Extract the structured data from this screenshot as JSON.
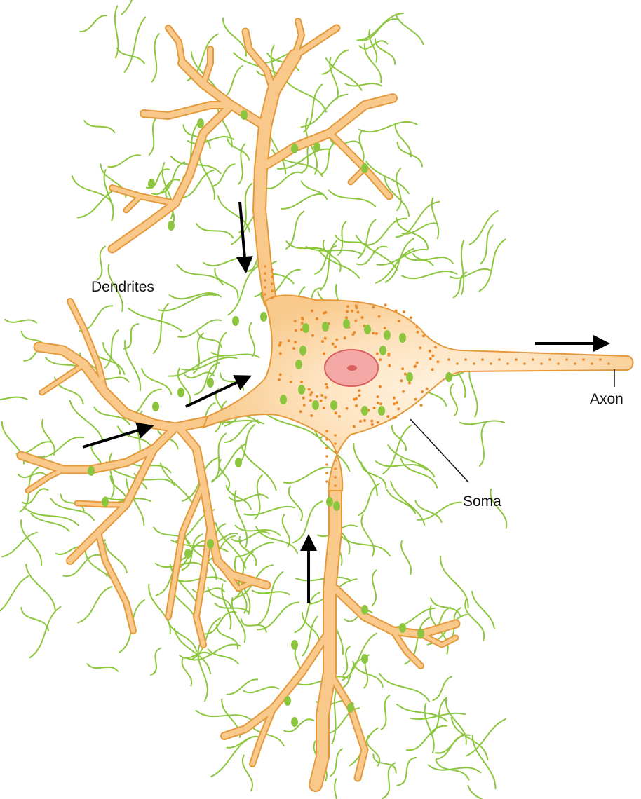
{
  "labels": {
    "dendrites": "Dendrites",
    "axon": "Axon",
    "soma": "Soma"
  },
  "colors": {
    "neuron_fill": "#f8c98a",
    "neuron_outline": "#e49a3c",
    "soma_glow": "#fde9cf",
    "nucleus_fill": "#f4a9a6",
    "nucleus_outline": "#d9605e",
    "nucleolus": "#d9605e",
    "dots": "#ec8a2a",
    "synapse_fibers": "#8cc63f",
    "synapse_knobs": "#8cc63f",
    "arrows": "#000000",
    "text": "#111111"
  }
}
